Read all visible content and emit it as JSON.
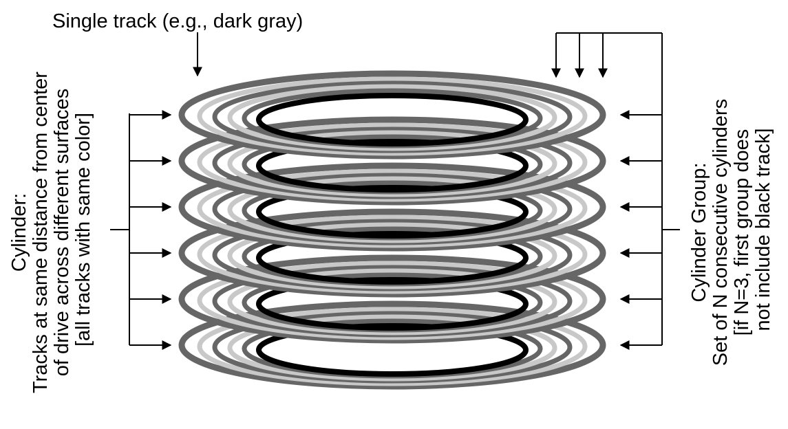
{
  "title_label": "Single track (e.g., dark gray)",
  "left_label": {
    "lines": [
      "Cylinder:",
      "Tracks at same distance from center",
      "of drive across different surfaces",
      "[all tracks with same color]"
    ]
  },
  "right_label": {
    "lines": [
      "Cylinder Group:",
      "Set of N consecutive cylinders",
      "[if N=3, first group does",
      "not include black track]"
    ]
  },
  "colors": {
    "dark_gray": "#666666",
    "light_gray": "#c8c8c8",
    "black": "#000000",
    "connector": "#000000"
  },
  "platter_count": 6,
  "track_colors": [
    "dark_gray",
    "light_gray",
    "dark_gray",
    "light_gray",
    "dark_gray",
    "black"
  ]
}
